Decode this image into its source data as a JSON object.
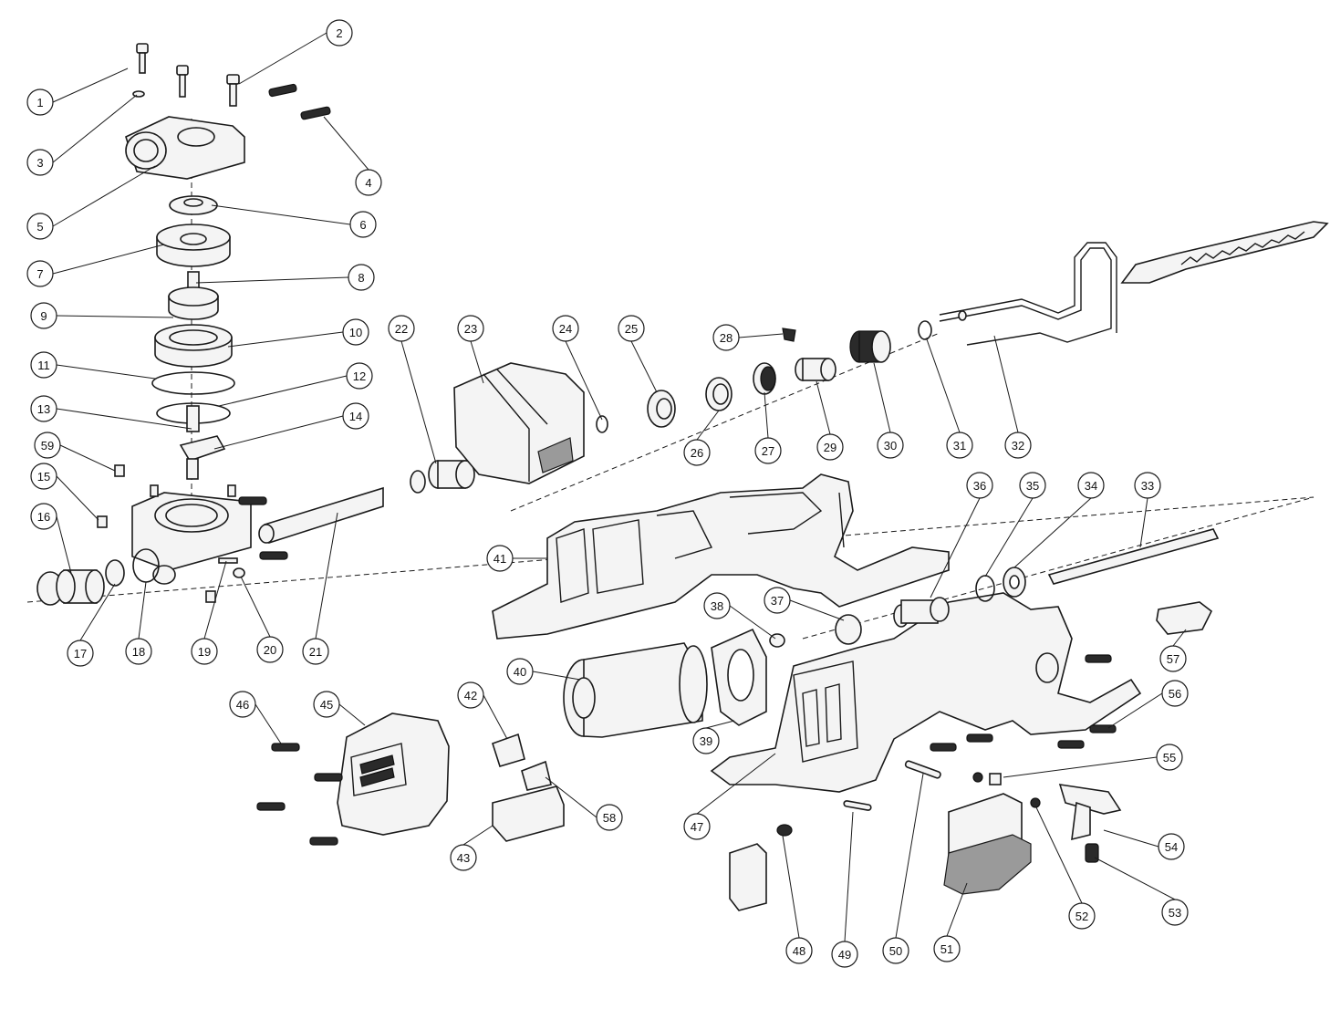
{
  "diagram": {
    "type": "exploded-parts-view",
    "part_numbers": [
      "1",
      "2",
      "3",
      "4",
      "5",
      "6",
      "7",
      "8",
      "9",
      "10",
      "11",
      "12",
      "13",
      "14",
      "15",
      "16",
      "17",
      "18",
      "19",
      "20",
      "21",
      "22",
      "23",
      "24",
      "25",
      "26",
      "27",
      "28",
      "29",
      "30",
      "31",
      "32",
      "33",
      "34",
      "35",
      "36",
      "37",
      "38",
      "39",
      "40",
      "41",
      "42",
      "43",
      "45",
      "46",
      "47",
      "48",
      "49",
      "50",
      "51",
      "52",
      "53",
      "54",
      "55",
      "56",
      "57",
      "58",
      "59"
    ]
  }
}
